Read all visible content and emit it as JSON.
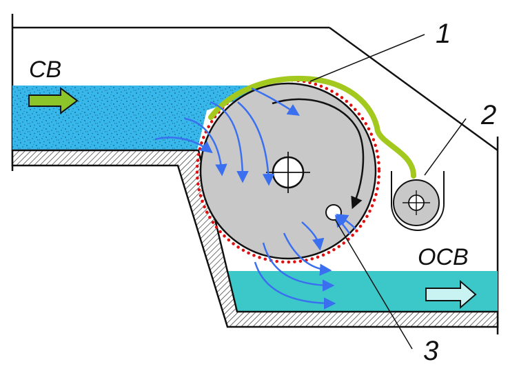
{
  "labels": {
    "inflow": "CB",
    "outflow": "OCB",
    "callout_1": "1",
    "callout_2": "2",
    "callout_3": "3"
  },
  "colors": {
    "raw_water": "#38b8ea",
    "raw_water_speckle": "#0d5f8a",
    "clean_water": "#3cc8c8",
    "drum": "#c8c8c8",
    "mesh_dots": "#e01010",
    "sludge_layer": "#a3c81e",
    "flow_arrow": "#3a6ff0",
    "hatch": "#333333",
    "inflow_arrow_fill": "#8bc52a",
    "outflow_arrow_fill": "#c9f3f3"
  },
  "icons": {
    "inflow_arrow": "arrow-right-icon",
    "outflow_arrow": "arrow-right-icon",
    "rotation_arrow": "curved-arrow-icon"
  }
}
